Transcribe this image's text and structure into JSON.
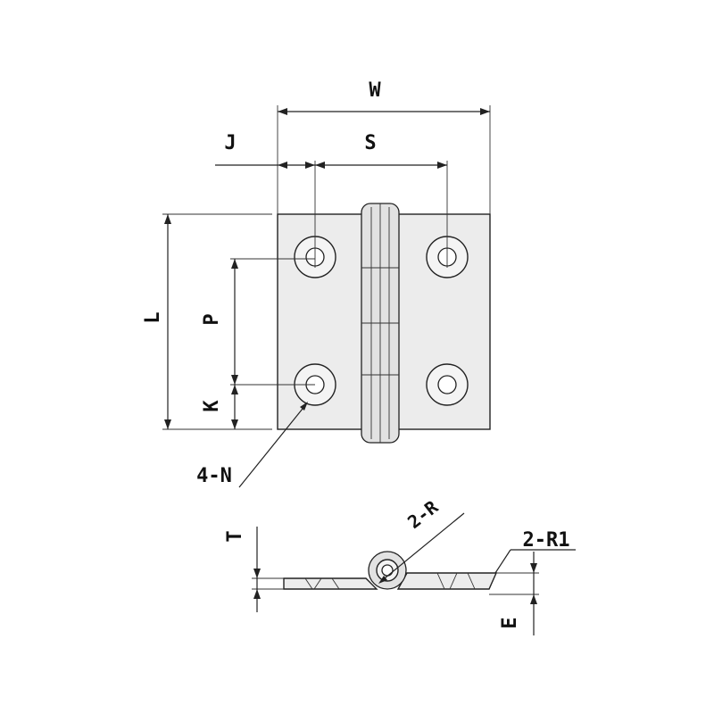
{
  "labels": {
    "W": "W",
    "J": "J",
    "S": "S",
    "L": "L",
    "P": "P",
    "K": "K",
    "N": "4-N",
    "R": "2-R",
    "R1": "2-R1",
    "T": "T",
    "E": "E"
  }
}
